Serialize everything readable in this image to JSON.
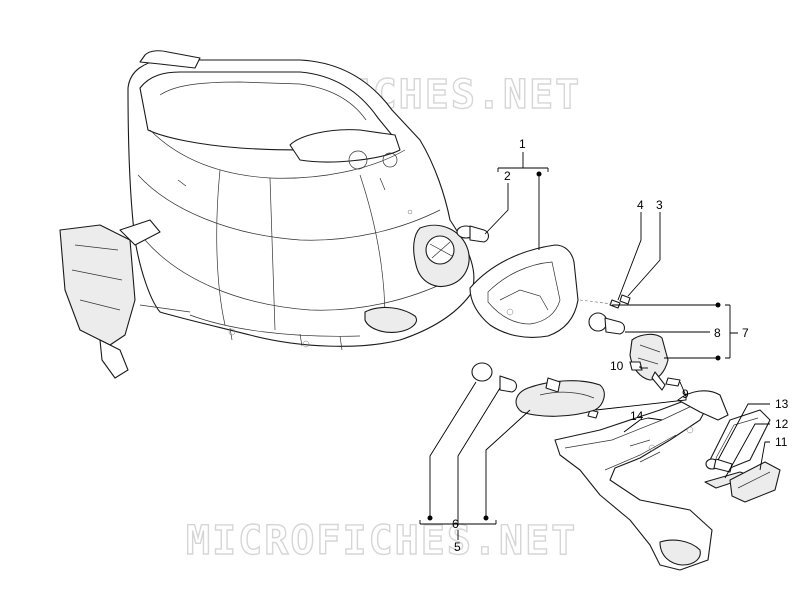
{
  "watermark": {
    "top": "MICROFICHES.NET",
    "bottom": "MICROFICHES.NET"
  },
  "callouts": {
    "c1": "1",
    "c2": "2",
    "c3": "3",
    "c4": "4",
    "c5": "5",
    "c6": "6",
    "c7": "7",
    "c8": "8",
    "c9": "9",
    "c10": "10",
    "c11": "11",
    "c12": "12",
    "c13": "13",
    "c14": "14"
  },
  "colors": {
    "line": "#1a1a1a",
    "watermark": "#d6d6d6",
    "background": "#ffffff"
  }
}
